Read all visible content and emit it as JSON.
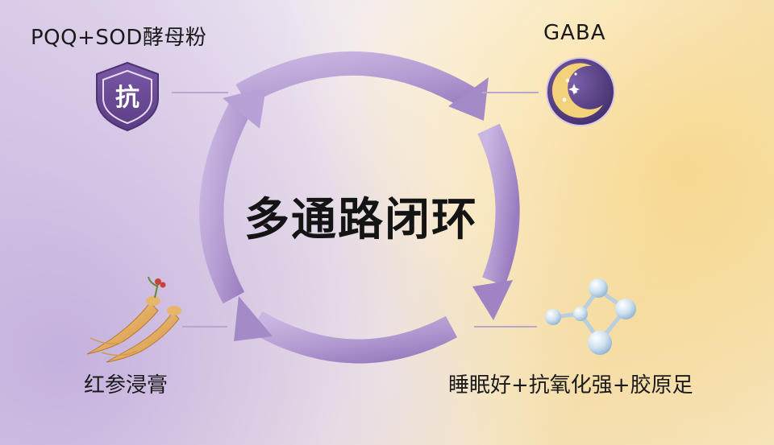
{
  "diagram": {
    "center_label": "多通路闭环",
    "nodes": [
      {
        "position": "top-left",
        "label": "PQQ+SOD酵母粉",
        "icon": "shield-icon",
        "icon_text": "抗"
      },
      {
        "position": "top-right",
        "label": "GABA",
        "icon": "moon-stars-icon"
      },
      {
        "position": "bottom-left",
        "label": "红参浸膏",
        "icon": "ginseng-icon"
      },
      {
        "position": "bottom-right",
        "label": "睡眠好+抗氧化强+胶原足",
        "icon": "molecule-icon"
      }
    ]
  },
  "colors": {
    "arrow": "#b39bd1",
    "arrow_dark": "#9f83c2",
    "shield": "#6d4b96",
    "moon_bg": "#5b4289",
    "moon": "#f4d27a",
    "ginseng": "#e0a858",
    "molecule": "#a9c7e0"
  }
}
